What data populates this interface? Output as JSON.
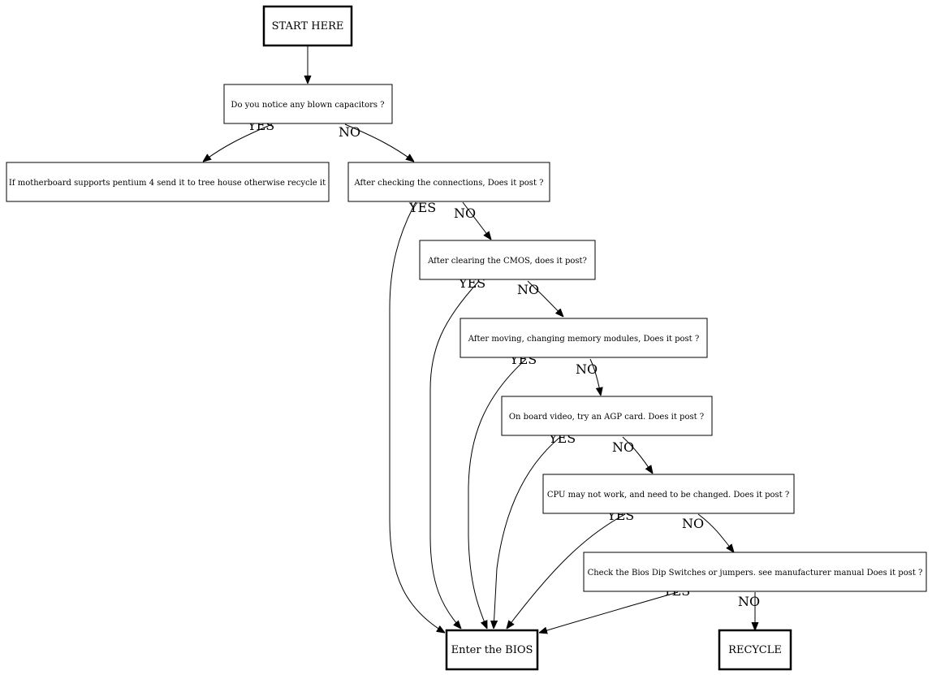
{
  "nodes": {
    "start": "START HERE",
    "q_capacitors": "Do you notice any blown capacitors ?",
    "pentium": "If motherboard supports pentium 4 send it to tree house otherwise recycle it",
    "q_connections": "After checking the connections, Does it post ?",
    "q_cmos": "After clearing the CMOS, does it post?",
    "q_memory": "After moving, changing memory modules, Does it post ?",
    "q_video": "On board video, try an AGP card. Does it post ?",
    "q_cpu": "CPU may not work, and need to be changed. Does it post ?",
    "q_bios_switch": "Check the Bios Dip Switches or jumpers. see manufacturer manual Does it post ?",
    "enter_bios": "Enter the BIOS",
    "recycle": "RECYCLE"
  },
  "edges": [
    {
      "id": "e1",
      "from": "start",
      "to": "q_capacitors",
      "label": ""
    },
    {
      "id": "e2",
      "from": "q_capacitors",
      "to": "pentium",
      "label": "YES"
    },
    {
      "id": "e3",
      "from": "q_capacitors",
      "to": "q_connections",
      "label": "NO"
    },
    {
      "id": "e4",
      "from": "q_connections",
      "to": "enter_bios",
      "label": "YES"
    },
    {
      "id": "e5",
      "from": "q_connections",
      "to": "q_cmos",
      "label": "NO"
    },
    {
      "id": "e6",
      "from": "q_cmos",
      "to": "enter_bios",
      "label": "YES"
    },
    {
      "id": "e7",
      "from": "q_cmos",
      "to": "q_memory",
      "label": "NO"
    },
    {
      "id": "e8",
      "from": "q_memory",
      "to": "enter_bios",
      "label": "YES"
    },
    {
      "id": "e9",
      "from": "q_memory",
      "to": "q_video",
      "label": "NO"
    },
    {
      "id": "e10",
      "from": "q_video",
      "to": "enter_bios",
      "label": "YES"
    },
    {
      "id": "e11",
      "from": "q_video",
      "to": "q_cpu",
      "label": "NO"
    },
    {
      "id": "e12",
      "from": "q_cpu",
      "to": "enter_bios",
      "label": "YES"
    },
    {
      "id": "e13",
      "from": "q_cpu",
      "to": "q_bios_switch",
      "label": "NO"
    },
    {
      "id": "e14",
      "from": "q_bios_switch",
      "to": "enter_bios",
      "label": "YES"
    },
    {
      "id": "e15",
      "from": "q_bios_switch",
      "to": "recycle",
      "label": "NO"
    }
  ]
}
